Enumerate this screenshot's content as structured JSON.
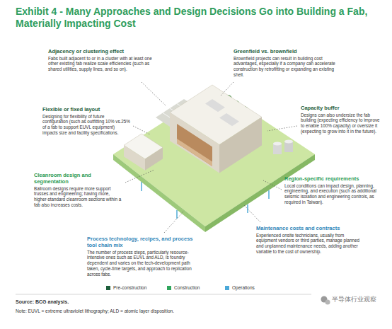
{
  "diagram": {
    "title": "Exhibit 4 - Many Approaches and Design Decisions Go into Building a Fab, Materially Impacting Cost",
    "nodes": [
      {
        "text": [
          "Adjacency or clustering effect",
          "Fabs built adjacent to or in a cluster with at least one other existing fab realize scale efficiencies (such as shared utilities, supply lines, and so on)."
        ]
      },
      {
        "text": [
          "Greenfield vs. brownfield",
          "Brownfield projects can result in building cost advantages, especially if a company can accelerate construction by retrofitting or expanding an existing shell."
        ]
      },
      {
        "text": [
          "Flexible or fixed layout",
          "Designing for flexibility of future configuration (such as outfitting 10% vs.25% of a fab to support EUVL equipment) impacts size and facility specifications."
        ]
      },
      {
        "text": [
          "Capacity buffer",
          "Designs can also undersize the fab building (expecting efficiency to improve to enable 100% capacity) or oversize it (expecting to grow into it in the future)."
        ]
      },
      {
        "text": [
          "Cleanroom design and segmentation",
          "Ballroom designs require more support trusses and engineering; having more, higher-standard cleanroom sections within a fab also increases costs."
        ]
      },
      {
        "text": [
          "Region-specific requirements",
          "Local conditions can impact design, planning, engineering, and execution (such as additional seismic isolation and engineering controls, as required in Taiwan)."
        ]
      },
      {
        "text": [
          "Process technology, recipes, and process tool chain mix",
          "The number of process steps, particularly resource-intensive ones such as EUVL and ALD, is foundry dependent and varies on the tech-development path taken, cycle-time targets, and approach to replication across fabs."
        ]
      },
      {
        "text": [
          "Maintenance costs and contracts",
          "Experienced onsite technicians, usually from equipment vendors or third parties, manage planned and unplanned maintenance needs, adding another variable to the cost of ownership."
        ]
      }
    ],
    "labels": [
      "Source: BCG analysis.",
      "Note: EUVL = extreme ultraviolet lithography; ALD = atomic layer disposition.",
      "半导体行业观察"
    ],
    "legend": [
      {
        "text": "Pre-construction",
        "color": "#1d5e3b"
      },
      {
        "text": "Construction",
        "color": "#2fa55c"
      },
      {
        "text": "Operations",
        "color": "#4aa8d8"
      }
    ]
  }
}
